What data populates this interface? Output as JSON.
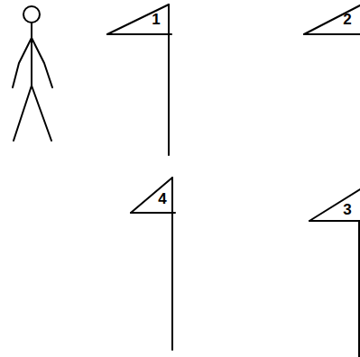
{
  "diagram": {
    "labels": [
      "1",
      "2",
      "4",
      "3"
    ]
  }
}
